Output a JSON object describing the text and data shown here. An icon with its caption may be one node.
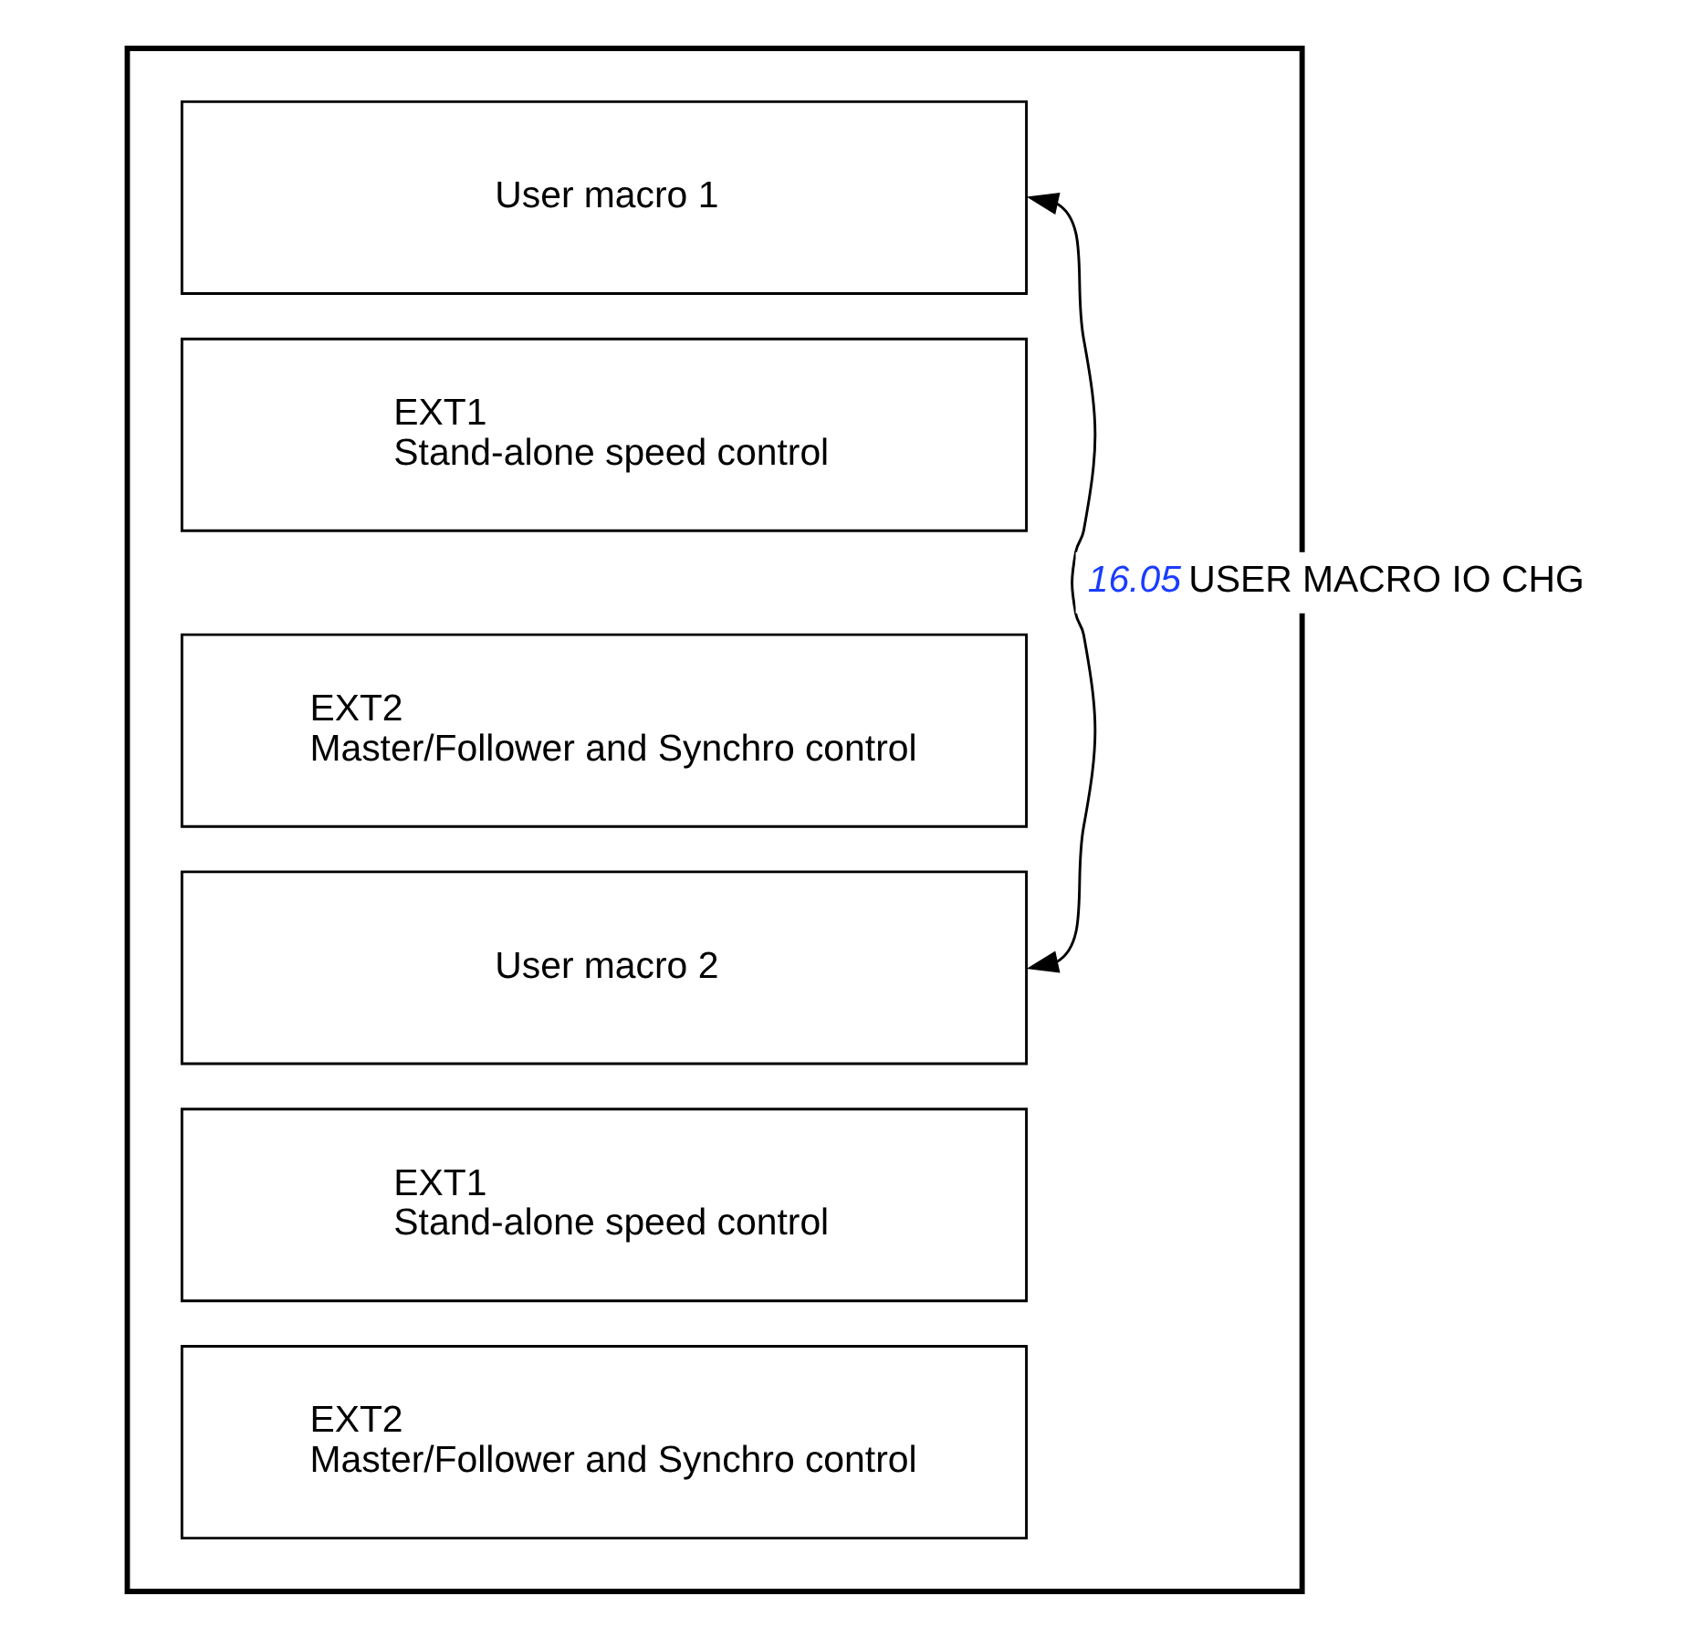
{
  "diagram": {
    "nodes": [
      {
        "text": [],
        "shape": "box"
      },
      {
        "text": [
          "User macro 1"
        ],
        "in": 0
      },
      {
        "text": [
          "EXT1",
          "Stand-alone speed control"
        ],
        "in": 0
      },
      {
        "text": [
          "EXT2",
          "Master/Follower and Synchro control"
        ],
        "in": 0
      },
      {
        "text": [
          "User macro 2"
        ],
        "in": 0
      },
      {
        "text": [
          "EXT1",
          "Stand-alone speed control"
        ],
        "in": 0
      },
      {
        "text": [
          "EXT2",
          "Master/Follower and Synchro control"
        ],
        "in": 0
      }
    ],
    "edges": [
      {
        "from": 1,
        "to": 4,
        "arrow": "both",
        "label": "*16.05* USER MACRO IO CHG"
      }
    ]
  }
}
